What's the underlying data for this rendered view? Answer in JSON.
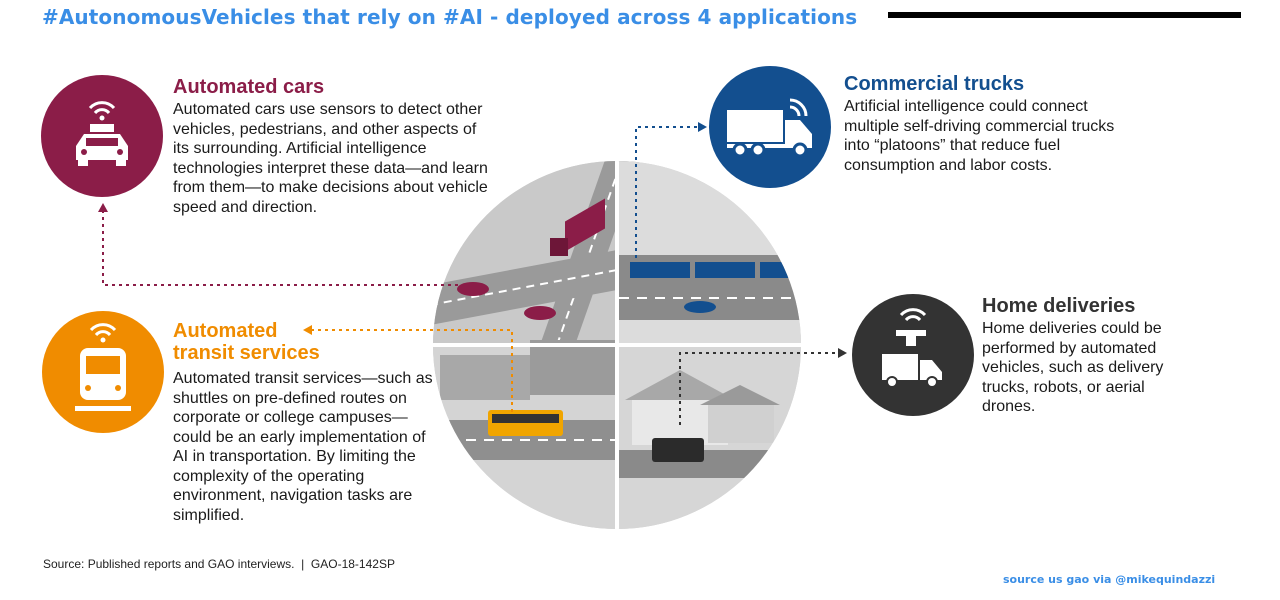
{
  "headline": "#AutonomousVehicles that rely on #AI - deployed across 4 applications",
  "sections": {
    "cars": {
      "title": "Automated cars",
      "body": "Automated cars use sensors to detect other vehicles, pedestrians, and other aspects of its surrounding. Artificial intelligence technologies interpret these data—and learn from them—to make decisions about vehicle speed and direction.",
      "color": "#8b1d48",
      "icon": "car-icon"
    },
    "transit": {
      "title": "Automated transit services",
      "body": "Automated transit services—such as shuttles on pre-defined routes on corporate or college campuses—could be an early implementation of AI in transportation. By limiting the complexity of the operating environment, navigation tasks are simplified.",
      "color": "#f08c00",
      "icon": "bus-icon"
    },
    "trucks": {
      "title": "Commercial trucks",
      "body": "Artificial intelligence could connect multiple self-driving commercial trucks into “platoons” that reduce fuel consumption and labor costs.",
      "color": "#134f8f",
      "icon": "truck-icon"
    },
    "home": {
      "title": "Home deliveries",
      "body": "Home deliveries could be performed by automated vehicles, such as delivery trucks, robots, or aerial drones.",
      "color": "#333333",
      "icon": "delivery-drone-icon"
    }
  },
  "source_note": "Source: Published reports and GAO interviews.  |  GAO-18-142SP",
  "credit": "source us gao via @mikequindazzi"
}
